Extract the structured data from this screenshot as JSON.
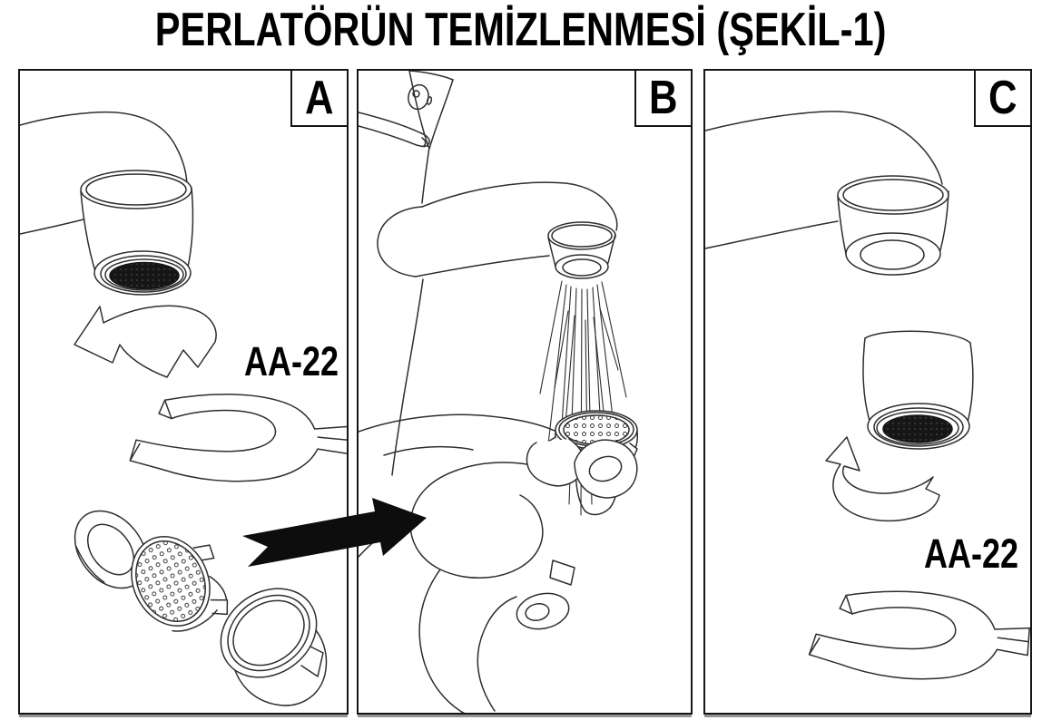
{
  "title": "PERLATÖRÜN TEMİZLENMESİ (ŞEKİL-1)",
  "figure": {
    "panels": [
      {
        "id": "a",
        "label": "A",
        "tool_label": "AA-22",
        "depicts": "faucet spout with aerator, counterclockwise unscrew arrow, open-end wrench, exploded aerator parts (gasket, mesh insert, housing nut)"
      },
      {
        "id": "b",
        "label": "B",
        "depicts": "hand holding aerator insert under water spray from faucet"
      },
      {
        "id": "c",
        "label": "C",
        "tool_label": "AA-22",
        "depicts": "faucet spout open end, aerator assembly, clockwise tighten arrow, open-end wrench"
      }
    ]
  },
  "colors": {
    "background": "#ffffff",
    "line": "#2e2e2e",
    "panel_border": "#161616",
    "panel_shadow": "#939393",
    "arrow_fill": "#0d0d0d",
    "mesh_dark": "#161616",
    "text": "#000000"
  }
}
